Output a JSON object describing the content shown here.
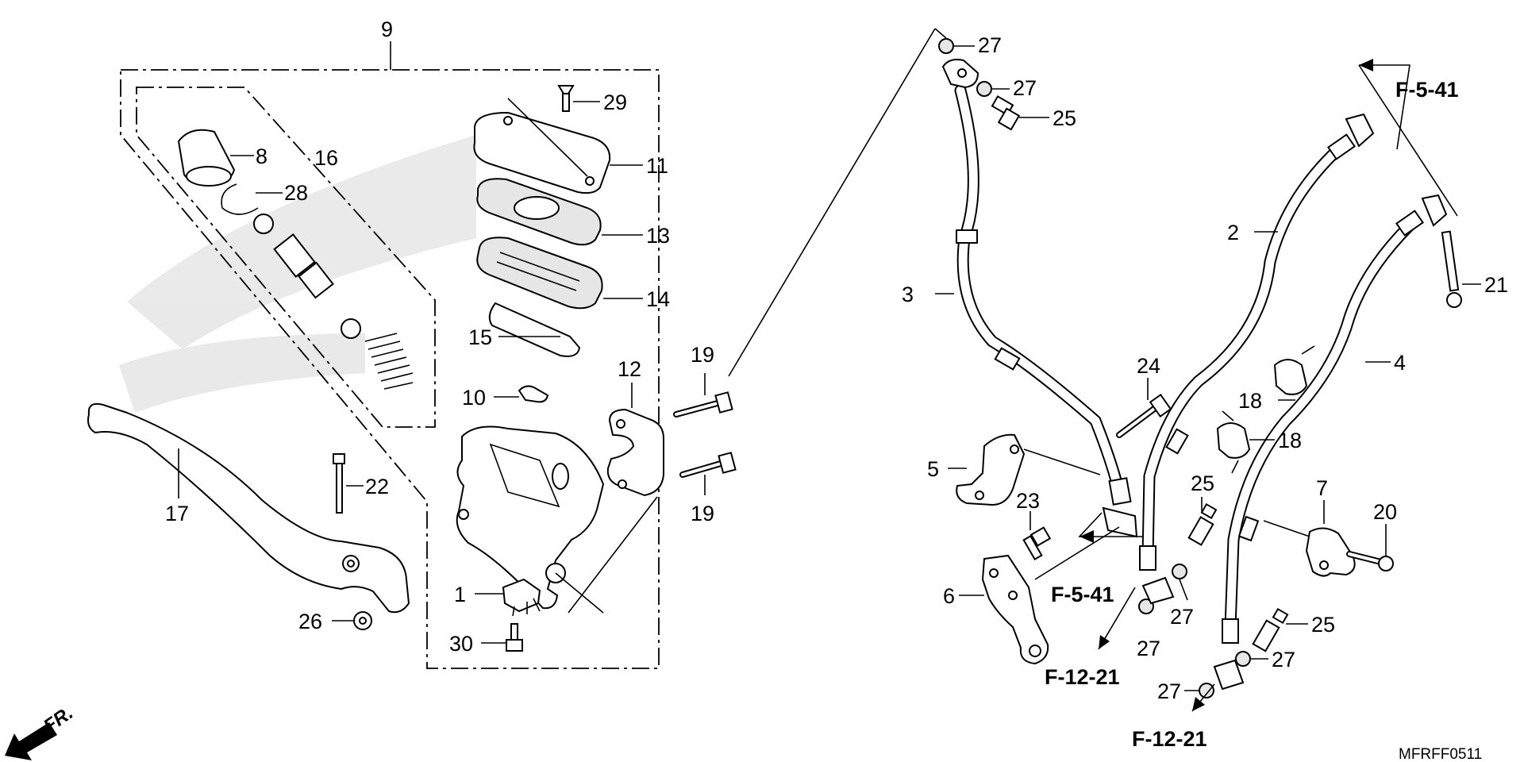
{
  "labels": {
    "n1": "1",
    "n2": "2",
    "n3": "3",
    "n4": "4",
    "n5": "5",
    "n6": "6",
    "n7": "7",
    "n8": "8",
    "n9": "9",
    "n10": "10",
    "n11": "11",
    "n12": "12",
    "n13": "13",
    "n14": "14",
    "n15": "15",
    "n16": "16",
    "n17": "17",
    "n18a": "18",
    "n18b": "18",
    "n19a": "19",
    "n19b": "19",
    "n20": "20",
    "n21": "21",
    "n22": "22",
    "n23": "23",
    "n24": "24",
    "n25a": "25",
    "n25b": "25",
    "n25c": "25",
    "n26": "26",
    "n27a": "27",
    "n27b": "27",
    "n27c": "27",
    "n27d": "27",
    "n27e": "27",
    "n27f": "27",
    "n28": "28",
    "n29": "29",
    "n30": "30"
  },
  "refs": {
    "f541_top": "F-5-41",
    "f541_mid": "F-5-41",
    "f1221_a": "F-12-21",
    "f1221_b": "F-12-21"
  },
  "direction_marker": "FR.",
  "diagram_code": "MFRFF0511"
}
